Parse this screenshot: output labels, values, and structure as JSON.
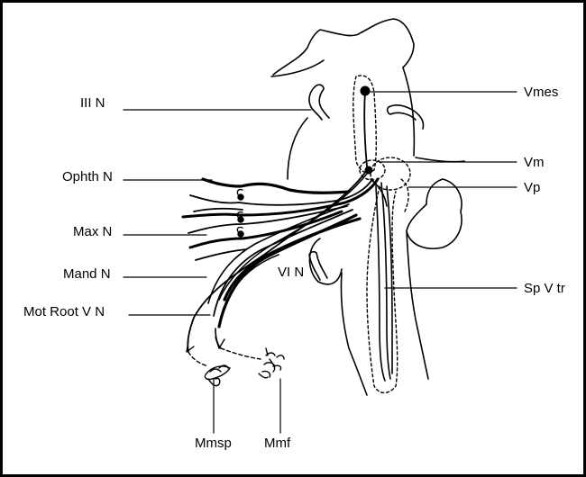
{
  "labels": {
    "iii_n": "III N",
    "ophth_n": "Ophth N",
    "max_n": "Max N",
    "mand_n": "Mand N",
    "mot_root_v_n": "Mot Root V N",
    "vi_n": "VI N",
    "vmes": "Vmes",
    "vm": "Vm",
    "vp": "Vp",
    "sp_v_tr": "Sp V tr",
    "mmsp": "Mmsp",
    "mmf": "Mmf"
  },
  "colors": {
    "ink": "#000000",
    "background": "#ffffff"
  }
}
